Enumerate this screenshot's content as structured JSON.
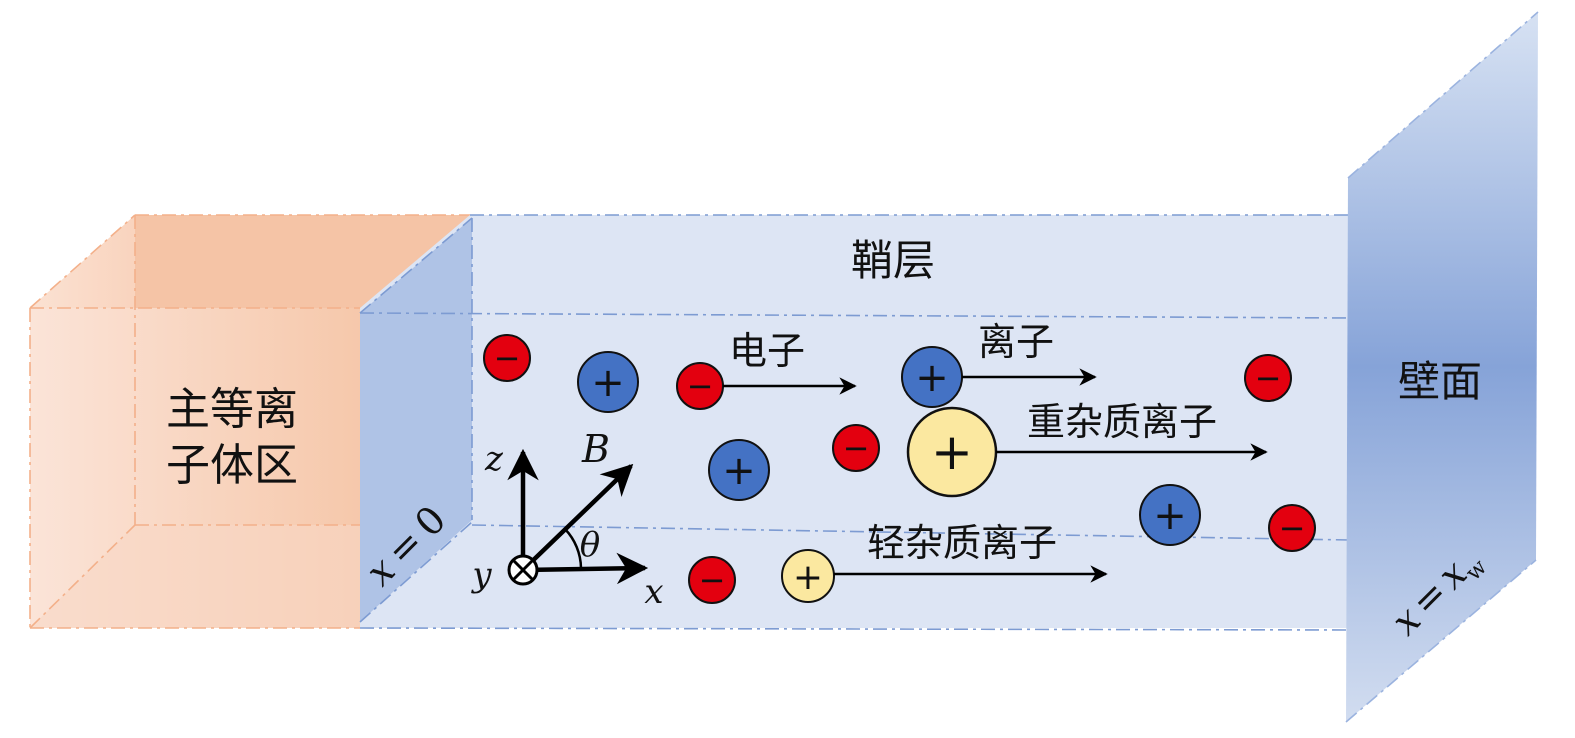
{
  "labels": {
    "bulk_plasma_line1": "主等离",
    "bulk_plasma_line2": "子体区",
    "sheath": "鞘层",
    "wall": "壁面",
    "electron": "电子",
    "ion": "离子",
    "heavy_impurity": "重杂质离子",
    "light_impurity": "轻杂质离子"
  },
  "boundaries": {
    "left_var": "x",
    "left_eq": "=",
    "left_val": "0",
    "right_var": "x",
    "right_eq": "=",
    "right_val": "x",
    "right_sub": "w"
  },
  "axes": {
    "z": "z",
    "x": "x",
    "y": "y",
    "field": "B",
    "angle": "θ"
  },
  "particles": {
    "negative_sign": "−",
    "positive_sign": "+"
  },
  "colors": {
    "plasma_orange": "#f2a57a",
    "sheath_fill": "#dbe4f4",
    "wall_blue": "#7f9fd6",
    "electron_red": "#e3000f",
    "ion_blue": "#4472c4",
    "impurity_yellow": "#fbe8a0"
  }
}
